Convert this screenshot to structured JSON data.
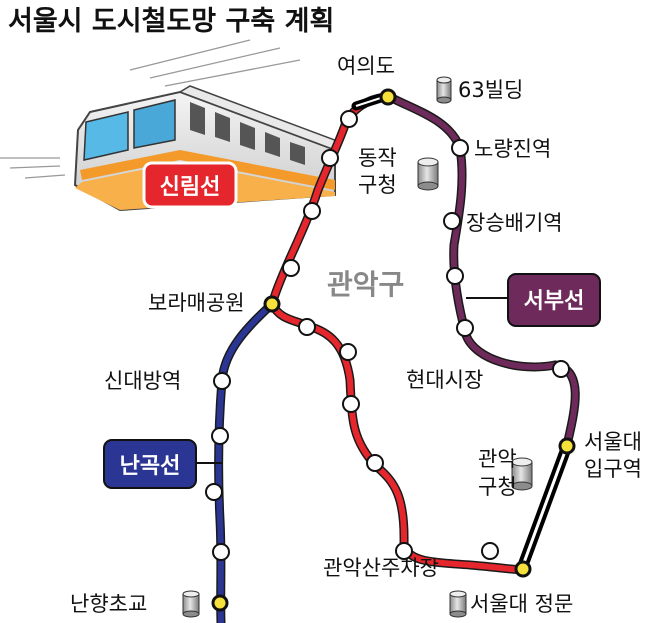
{
  "title": "서울시 도시철도망 구축 계획",
  "district": "관악구",
  "lines": {
    "sillim": {
      "label": "신림선",
      "color": "#e5262c"
    },
    "seobu": {
      "label": "서부선",
      "color": "#6e2a5a"
    },
    "nangok": {
      "label": "난곡선",
      "color": "#2b3593"
    },
    "existing": {
      "color": "#111111"
    }
  },
  "stations": {
    "yeouido": "여의도",
    "noryangjin": "노량진역",
    "jangseungbaegi": "장승배기역",
    "boramae": "보라매공원",
    "sindaebang": "신대방역",
    "hyeondae_market": "현대시장",
    "snu_entrance": [
      "서울대",
      "입구역"
    ],
    "gwanak_parking": "관악산주차장",
    "nanhyang": "난향초교"
  },
  "landmarks": {
    "bldg63": "63빌딩",
    "dongjak_office": [
      "동작",
      "구청"
    ],
    "gwanak_office": [
      "관악",
      "구청"
    ],
    "snu_gate": "서울대 정문"
  }
}
